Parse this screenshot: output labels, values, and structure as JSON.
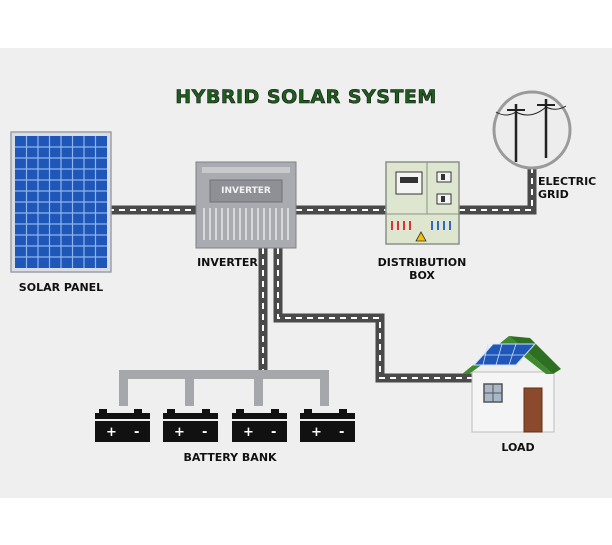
{
  "title": "HYBRID SOLAR SYSTEM",
  "labels": {
    "solar_panel": "SOLAR PANEL",
    "inverter": "INVERTER",
    "inverter_face": "INVERTER",
    "distribution_box_line1": "DISTRIBUTION",
    "distribution_box_line2": "BOX",
    "electric_grid_line1": "ELECTRIC",
    "electric_grid_line2": "GRID",
    "battery_bank": "BATTERY BANK",
    "load": "LOAD"
  },
  "colors": {
    "title_green": "#1e5d1e",
    "panel_blue": "#1f57b8",
    "cable_dark": "#4a4a4a",
    "cable_dash": "#ffffff",
    "battery_black": "#111111",
    "roof_green": "#3f8a2e",
    "door_brown": "#8b4a2b",
    "warning_yellow": "#f2c200"
  },
  "icons": {
    "solar_panel": "solar-panel-icon",
    "inverter": "inverter-icon",
    "distribution_box": "distribution-box-icon",
    "electric_grid": "utility-pole-icon",
    "battery": "battery-icon",
    "house": "house-icon"
  }
}
